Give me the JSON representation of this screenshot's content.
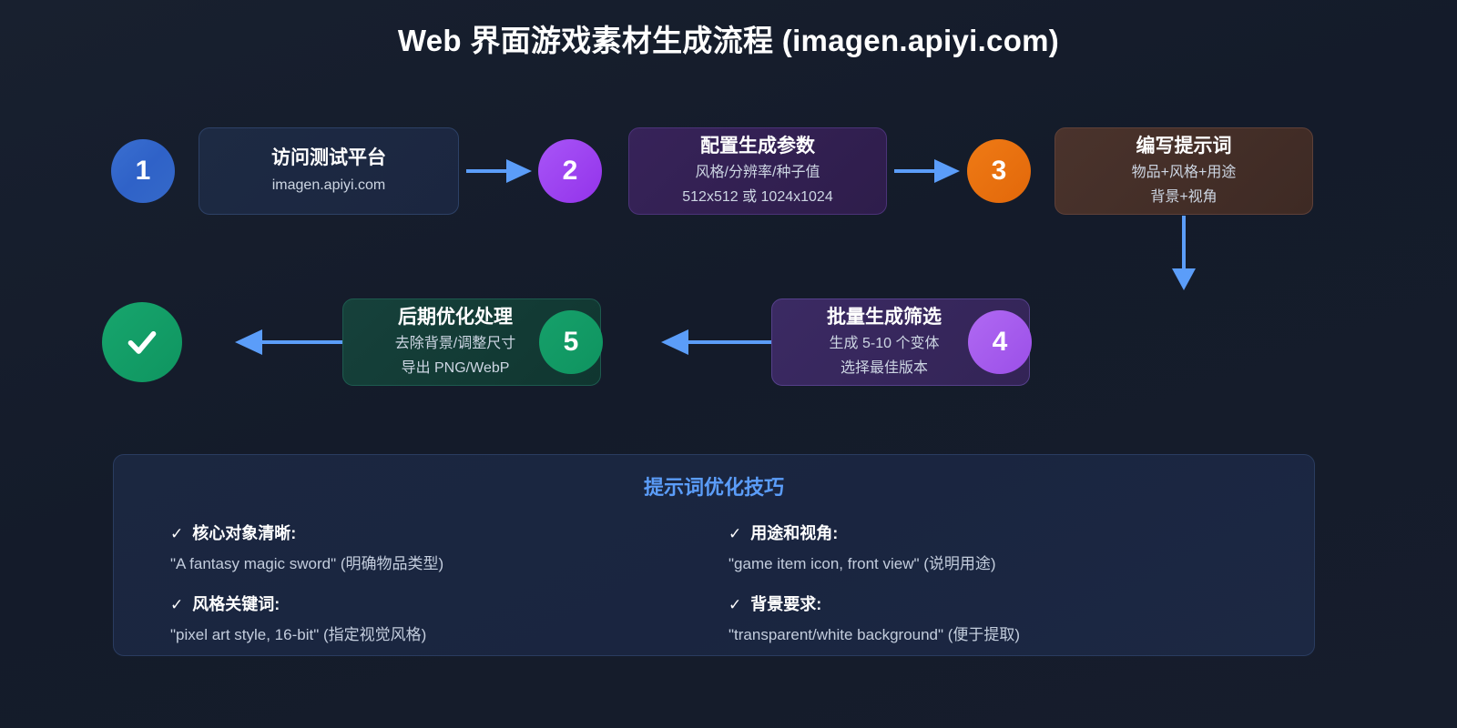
{
  "title": "Web 界面游戏素材生成流程 (imagen.apiyi.com)",
  "colors": {
    "background": "#161d2c",
    "accent_blue": "#5b9df9",
    "arrow": "#5b9df9",
    "step1": "#3569c9",
    "step2": "#9333ea",
    "step3": "#e2680a",
    "step4": "#9b4fe8",
    "step5": "#0f9460",
    "done": "#11a06a"
  },
  "flow": {
    "steps": [
      {
        "number": "1",
        "title": "访问测试平台",
        "sub_lines": [
          "imagen.apiyi.com"
        ],
        "badge_color": "#3569c9"
      },
      {
        "number": "2",
        "title": "配置生成参数",
        "sub_lines": [
          "风格/分辨率/种子值",
          "512x512 或 1024x1024"
        ],
        "badge_color": "#9333ea"
      },
      {
        "number": "3",
        "title": "编写提示词",
        "sub_lines": [
          "物品+风格+用途",
          "背景+视角"
        ],
        "badge_color": "#e2680a"
      },
      {
        "number": "4",
        "title": "批量生成筛选",
        "sub_lines": [
          "生成 5-10 个变体",
          "选择最佳版本"
        ],
        "badge_color": "#9b4fe8"
      },
      {
        "number": "5",
        "title": "后期优化处理",
        "sub_lines": [
          "去除背景/调整尺寸",
          "导出 PNG/WebP"
        ],
        "badge_color": "#0f9460"
      }
    ],
    "end_node": {
      "icon": "check-icon",
      "color": "#11a06a"
    }
  },
  "tips_panel": {
    "title": "提示词优化技巧",
    "check_mark": "✓",
    "items": [
      {
        "heading": "核心对象清晰:",
        "body": "\"A fantasy magic sword\" (明确物品类型)"
      },
      {
        "heading": "用途和视角:",
        "body": "\"game item icon, front view\" (说明用途)"
      },
      {
        "heading": "风格关键词:",
        "body": "\"pixel art style, 16-bit\" (指定视觉风格)"
      },
      {
        "heading": "背景要求:",
        "body": "\"transparent/white background\" (便于提取)"
      }
    ]
  }
}
